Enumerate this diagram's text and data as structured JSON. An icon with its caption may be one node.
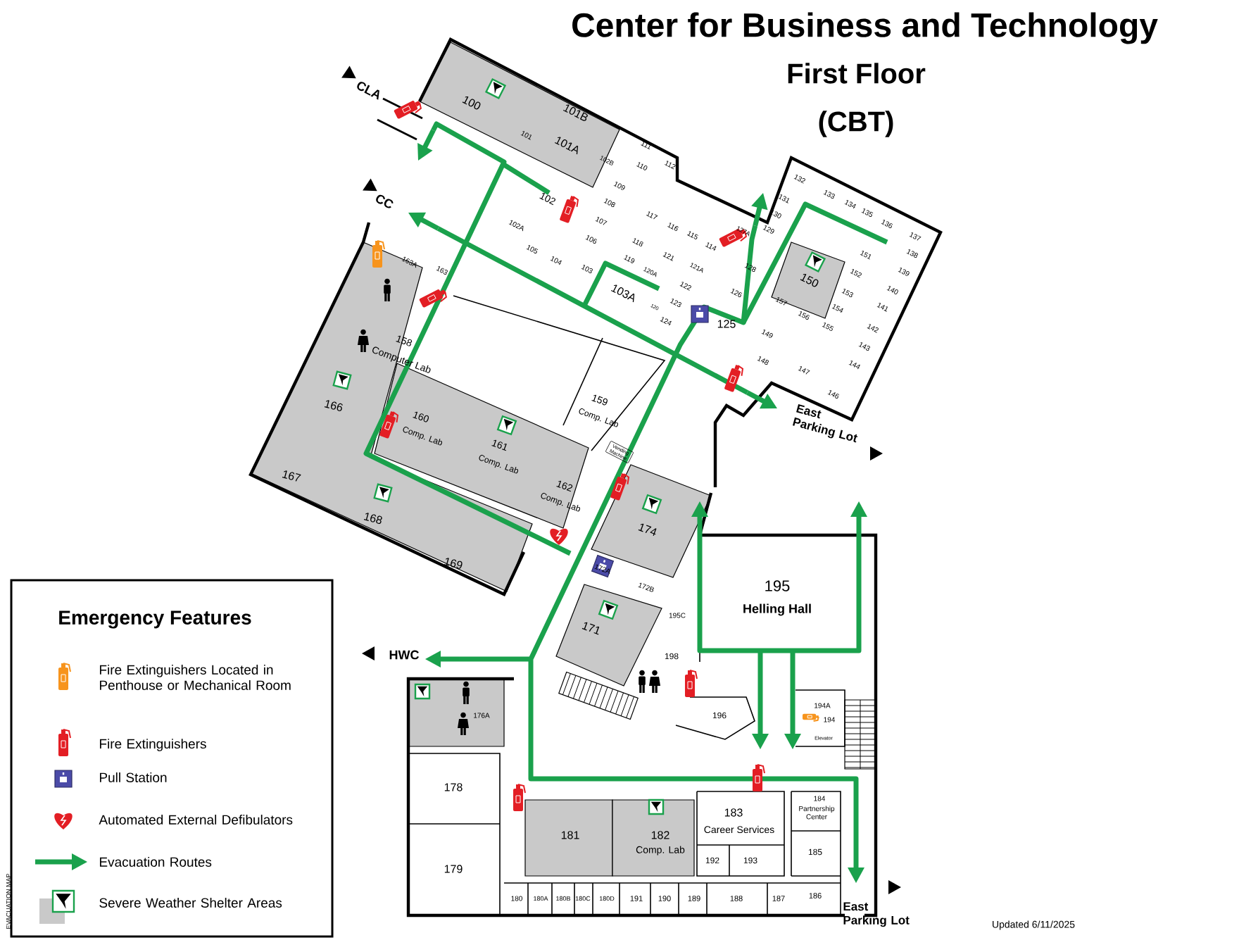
{
  "diagram": {
    "title": "Center for Business and Technology",
    "labels": [
      "First Floor",
      "(CBT)",
      "CLA",
      "CC",
      "100",
      "101B",
      "101",
      "101A",
      "102B",
      "111",
      "110",
      "112",
      "109",
      "108",
      "102",
      "107",
      "117",
      "116",
      "115",
      "114",
      "127A",
      "129",
      "130",
      "131",
      "132",
      "133",
      "134",
      "135",
      "136",
      "137",
      "102A",
      "106",
      "118",
      "121",
      "128",
      "138",
      "105",
      "104",
      "103",
      "119",
      "120A",
      "121A",
      "150",
      "151",
      "139",
      "122",
      "126",
      "152",
      "140",
      "103A",
      "120",
      "123",
      "157",
      "153",
      "154",
      "141",
      "124",
      "125",
      "156",
      "155",
      "142",
      "149",
      "143",
      "148",
      "147",
      "144",
      "146",
      "East Parking Lot",
      "163A",
      "163",
      "158",
      "Computer Lab",
      "166",
      "159",
      "Comp. Lab",
      "160",
      "Comp. Lab",
      "161",
      "Comp. Lab",
      "Vending Machine",
      "162",
      "Comp. Lab",
      "167",
      "168",
      "169",
      "174",
      "195",
      "Helling Hall",
      "172A",
      "172B",
      "195C",
      "171",
      "198",
      "HWC",
      "194A",
      "194",
      "176A",
      "196",
      "Elevator",
      "184",
      "Partnership Center",
      "183",
      "Career Services",
      "178",
      "181",
      "182",
      "Comp. Lab",
      "185",
      "192",
      "193",
      "179",
      "180",
      "180A",
      "180B",
      "180C",
      "180D",
      "191",
      "190",
      "189",
      "188",
      "187",
      "186",
      "East Parking Lot",
      "Emergency Features",
      "EVACUATION MAP",
      "Updated 6/11/2025"
    ],
    "legend": [
      {
        "text": "Fire Extinguishers Located in Penthouse or Mechanical Room"
      },
      {
        "text": "Fire Extinguishers"
      },
      {
        "text": "Pull Station"
      },
      {
        "text": "Automated External Defibulators"
      },
      {
        "text": "Evacuation Routes"
      },
      {
        "text": "Severe Weather Shelter Areas"
      }
    ]
  }
}
